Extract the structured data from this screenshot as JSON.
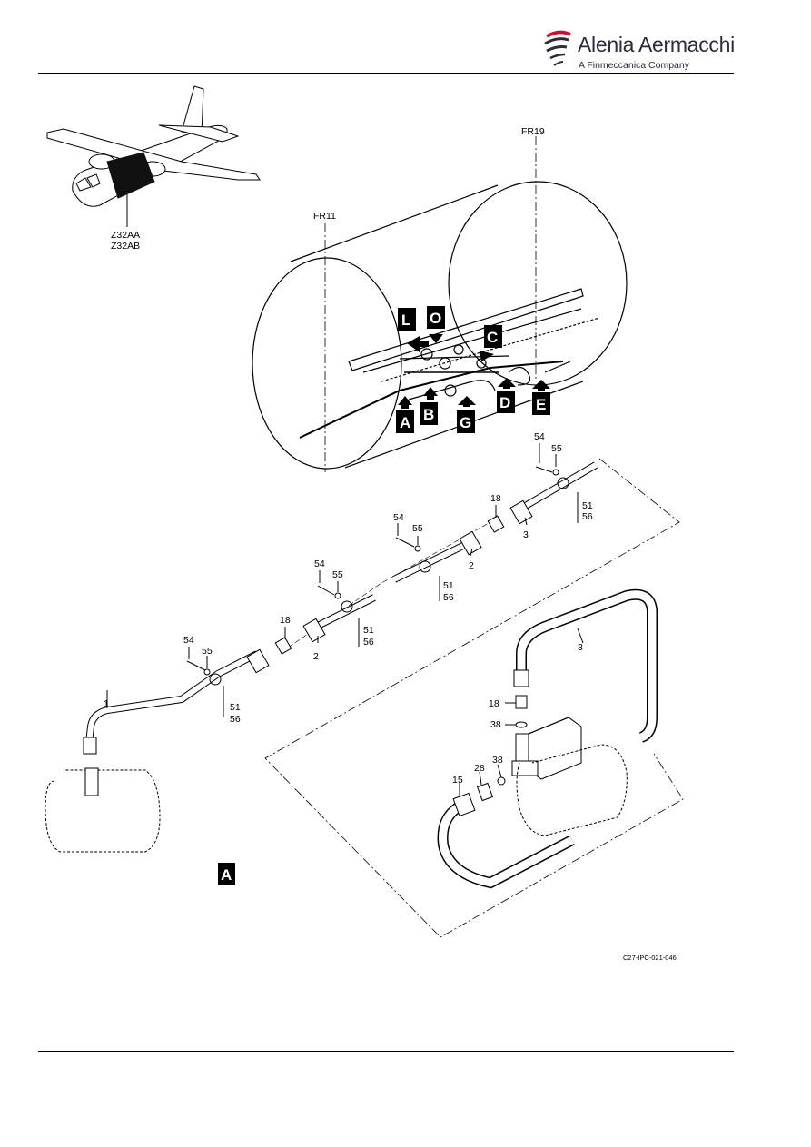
{
  "header": {
    "brand_name": "Alenia Aermacchi",
    "brand_tagline": "A Finmeccanica Company",
    "accent_color": "#c8102e"
  },
  "overview": {
    "zone_labels": [
      "Z32AA",
      "Z32AB"
    ]
  },
  "fuselage": {
    "frame_labels": [
      "FR11",
      "FR19"
    ],
    "view_callouts": [
      "L",
      "O",
      "C",
      "A",
      "B",
      "G",
      "D",
      "E"
    ]
  },
  "detail": {
    "view_label": "A",
    "item_numbers": [
      "1",
      "2",
      "3",
      "15",
      "18",
      "28",
      "38",
      "51",
      "54",
      "55",
      "56"
    ]
  },
  "figure_ref": "C27-IPC-021-046"
}
